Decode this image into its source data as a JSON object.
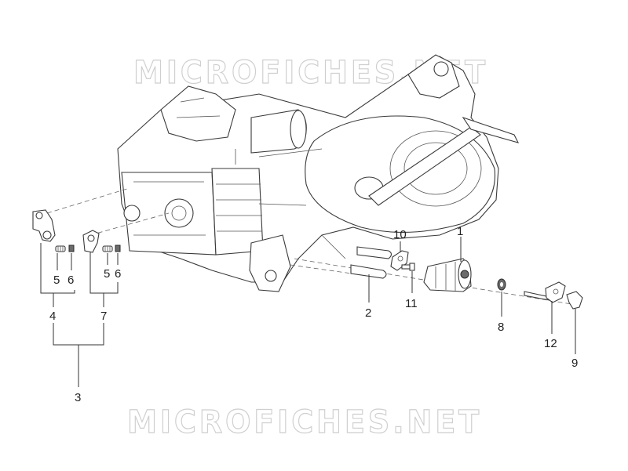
{
  "watermark": {
    "text": "MICROFICHES.NET"
  },
  "callouts": {
    "c1": "1",
    "c2": "2",
    "c3": "3",
    "c4": "4",
    "c5a": "5",
    "c6a": "6",
    "c5b": "5",
    "c6b": "6",
    "c7": "7",
    "c8": "8",
    "c9": "9",
    "c10": "10",
    "c11": "11",
    "c12": "12"
  }
}
